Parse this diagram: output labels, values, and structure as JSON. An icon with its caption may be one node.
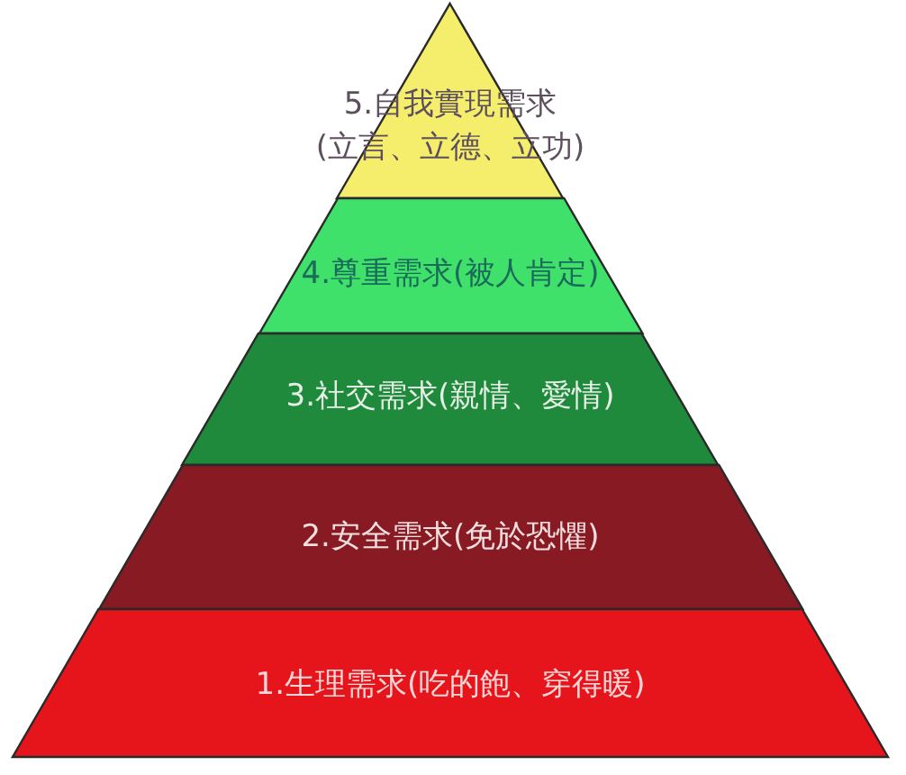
{
  "diagram": {
    "nodes": [
      {
        "text": [
          "5.自我實現需求",
          "(立言、立德、立功)"
        ]
      },
      {
        "text": [
          "4.尊重需求(被人肯定)"
        ]
      },
      {
        "text": [
          "3.社交需求(親情、愛情)"
        ]
      },
      {
        "text": [
          "2.安全需求(免於恐懼)"
        ]
      },
      {
        "text": [
          "1.生理需求(吃的飽、穿得暖)"
        ]
      }
    ]
  }
}
